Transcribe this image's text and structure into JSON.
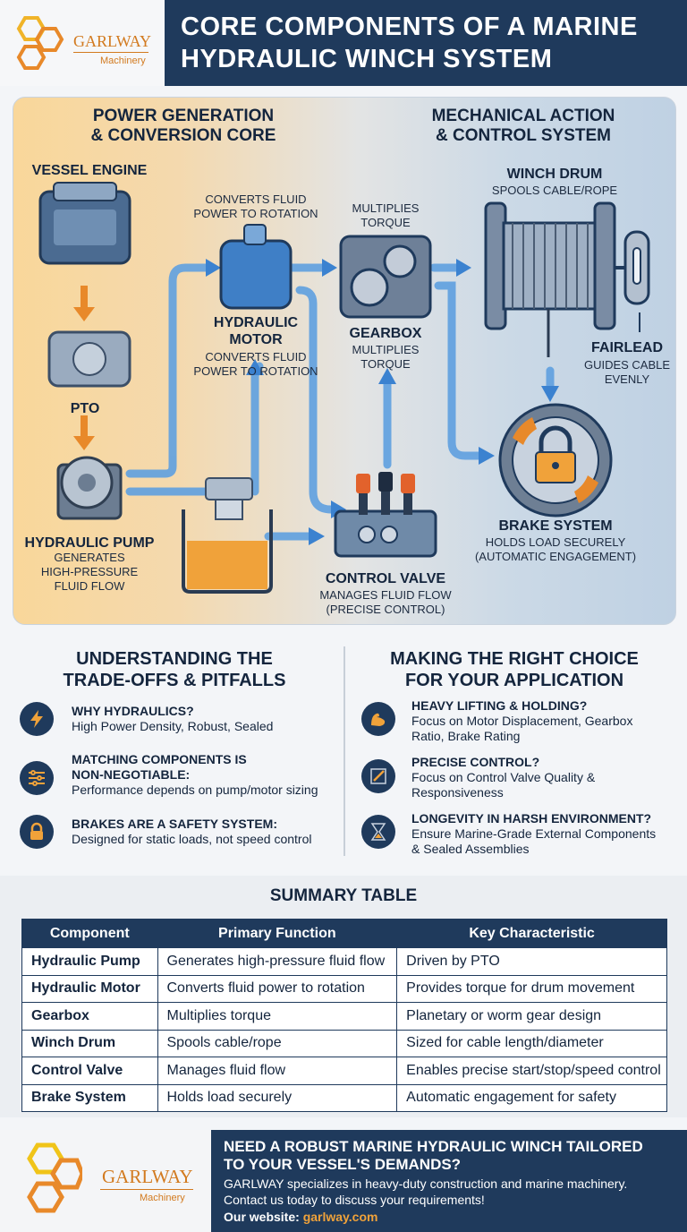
{
  "header": {
    "brand": "GARLWAY",
    "brand_sub": "Machinery",
    "title_line1": "CORE COMPONENTS OF A MARINE",
    "title_line2": "HYDRAULIC WINCH SYSTEM"
  },
  "diagram": {
    "left_section_line1": "POWER GENERATION",
    "left_section_line2": "& CONVERSION CORE",
    "right_section_line1": "MECHANICAL ACTION",
    "right_section_line2": "& CONTROL SYSTEM",
    "vessel_engine": "VESSEL ENGINE",
    "pto": "PTO",
    "hydraulic_pump": {
      "title": "HYDRAULIC PUMP",
      "sub1": "GENERATES",
      "sub2": "HIGH-PRESSURE",
      "sub3": "FLUID FLOW"
    },
    "hydraulic_motor": {
      "top1": "CONVERTS FLUID",
      "top2": "POWER TO ROTATION",
      "title1": "HYDRAULIC",
      "title2": "MOTOR",
      "sub1": "CONVERTS FLUID",
      "sub2": "POWER TO ROTATION"
    },
    "gearbox": {
      "top1": "MULTIPLIES",
      "top2": "TORQUE",
      "title": "GEARBOX",
      "sub1": "MULTIPLIES",
      "sub2": "TORQUE"
    },
    "winch_drum": {
      "title": "WINCH DRUM",
      "sub": "SPOOLS CABLE/ROPE"
    },
    "fairlead": {
      "title": "FAIRLEAD",
      "sub1": "GUIDES CABLE",
      "sub2": "EVENLY"
    },
    "brake_system": {
      "title": "BRAKE SYSTEM",
      "sub1": "HOLDS LOAD SECURELY",
      "sub2": "(AUTOMATIC ENGAGEMENT)"
    },
    "control_valve": {
      "title": "CONTROL VALVE",
      "sub1": "MANAGES FLUID FLOW",
      "sub2": "(PRECISE CONTROL)"
    }
  },
  "tradeoffs": {
    "head1": "UNDERSTANDING THE",
    "head2": "TRADE-OFFS & PITFALLS",
    "items": [
      {
        "icon": "lightning-icon",
        "title": "WHY HYDRAULICS?",
        "desc": "High Power Density, Robust, Sealed"
      },
      {
        "icon": "sliders-icon",
        "title": "MATCHING COMPONENTS IS",
        "title2": "NON-NEGOTIABLE:",
        "desc": "Performance depends on pump/motor sizing"
      },
      {
        "icon": "padlock-icon",
        "title": "BRAKES ARE A SAFETY SYSTEM:",
        "desc": "Designed for static loads, not speed control"
      }
    ]
  },
  "choice": {
    "head1": "MAKING THE RIGHT CHOICE",
    "head2": "FOR YOUR APPLICATION",
    "items": [
      {
        "icon": "bicep-icon",
        "title": "HEAVY LIFTING & HOLDING?",
        "desc1": "Focus on Motor Displacement, Gearbox",
        "desc2": "Ratio, Brake Rating"
      },
      {
        "icon": "precision-icon",
        "title": "PRECISE CONTROL?",
        "desc1": "Focus on Control Valve Quality &",
        "desc2": "Responsiveness"
      },
      {
        "icon": "hourglass-icon",
        "title": "LONGEVITY IN HARSH ENVIRONMENT?",
        "desc1": "Ensure Marine-Grade External Components",
        "desc2": "& Sealed Assemblies"
      }
    ]
  },
  "summary": {
    "title": "SUMMARY TABLE",
    "columns": [
      "Component",
      "Primary Function",
      "Key Characteristic"
    ],
    "rows": [
      [
        "Hydraulic Pump",
        "Generates high-pressure fluid flow",
        "Driven by PTO"
      ],
      [
        "Hydraulic Motor",
        "Converts fluid power to rotation",
        "Provides torque for drum movement"
      ],
      [
        "Gearbox",
        "Multiplies torque",
        "Planetary or worm gear design"
      ],
      [
        "Winch Drum",
        "Spools cable/rope",
        "Sized for cable length/diameter"
      ],
      [
        "Control Valve",
        "Manages fluid flow",
        "Enables precise start/stop/speed control"
      ],
      [
        "Brake System",
        "Holds load securely",
        "Automatic engagement for safety"
      ]
    ]
  },
  "footer": {
    "brand": "GARLWAY",
    "brand_sub": "Machinery",
    "head1": "NEED A ROBUST MARINE HYDRAULIC WINCH TAILORED",
    "head2": "TO YOUR VESSEL'S DEMANDS?",
    "text1": "GARLWAY specializes in heavy-duty construction and marine machinery.",
    "text2": "Contact us today to discuss your requirements!",
    "website_label": "Our website:",
    "website": "garlway.com"
  },
  "colors": {
    "navy": "#1f3a5c",
    "orange": "#e8892a",
    "flow_blue": "#4a90d9",
    "fluid_orange": "#f0a23a"
  }
}
